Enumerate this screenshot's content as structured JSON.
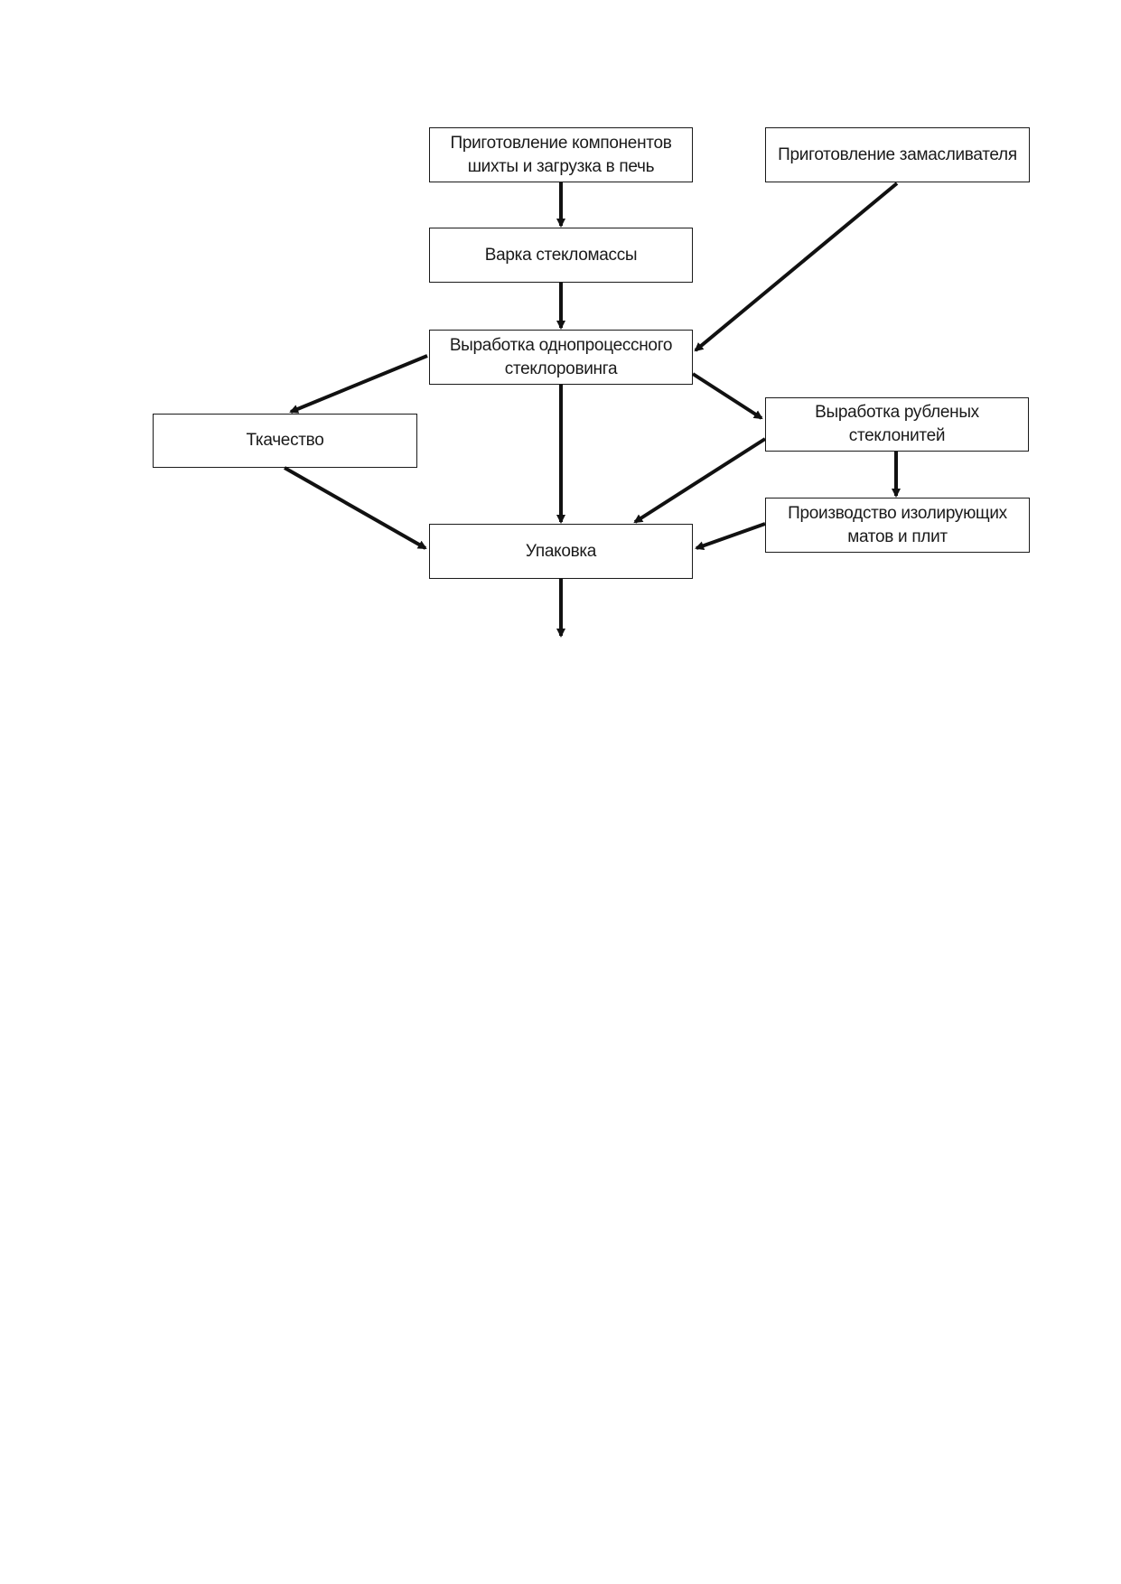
{
  "diagram": {
    "nodes": {
      "prep_charge": {
        "line1": "Приготовление компонентов",
        "line2": "шихты и загрузка в печь"
      },
      "prep_sizing": {
        "line1": "Приготовление замасливателя"
      },
      "melting": {
        "line1": "Варка стекломассы"
      },
      "roving": {
        "line1": "Выработка однопроцессного",
        "line2": "стеклоровинга"
      },
      "weaving": {
        "line1": "Ткачество"
      },
      "chopped": {
        "line1": "Выработка рубленых",
        "line2": "стеклонитей"
      },
      "mats": {
        "line1": "Производство изолирующих",
        "line2": "матов и плит"
      },
      "packing": {
        "line1": "Упаковка"
      }
    },
    "edges": [
      {
        "from": "prep_charge",
        "to": "melting"
      },
      {
        "from": "melting",
        "to": "roving"
      },
      {
        "from": "prep_sizing",
        "to": "roving"
      },
      {
        "from": "roving",
        "to": "weaving"
      },
      {
        "from": "roving",
        "to": "chopped"
      },
      {
        "from": "roving",
        "to": "packing"
      },
      {
        "from": "weaving",
        "to": "packing"
      },
      {
        "from": "chopped",
        "to": "packing"
      },
      {
        "from": "chopped",
        "to": "mats"
      },
      {
        "from": "mats",
        "to": "packing"
      },
      {
        "from": "packing",
        "to": "output"
      }
    ],
    "line_color": "#111111"
  }
}
